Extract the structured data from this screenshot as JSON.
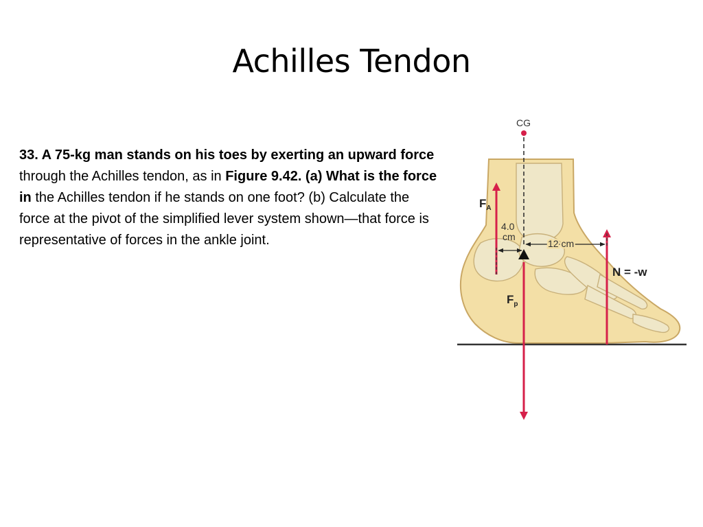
{
  "slide": {
    "title": "Achilles Tendon"
  },
  "problem": {
    "seg1_bold": "33. A 75-kg man stands on his toes by exerting an upward force",
    "seg2": " through the Achilles tendon, as in ",
    "seg3_bold": "Figure 9.42. (a) What is the force in",
    "seg4": " the Achilles tendon if he stands on one foot? (b) Calculate the force at the pivot of the simplified lever system shown—that force is representative of forces in the ankle joint."
  },
  "figure": {
    "cg_label": "CG",
    "fa_label": "F",
    "fa_sub": "A",
    "fp_label": "F",
    "fp_sub": "p",
    "n_label": "N = -w",
    "dist_a_line1": "4.0",
    "dist_a_line2": "cm",
    "dist_b": "12 cm",
    "colors": {
      "force_arrow": "#d6204a",
      "skin": "#f3dfa6",
      "skin_outline": "#c9a764",
      "bone": "#efe7c8",
      "ground": "#333333"
    }
  }
}
